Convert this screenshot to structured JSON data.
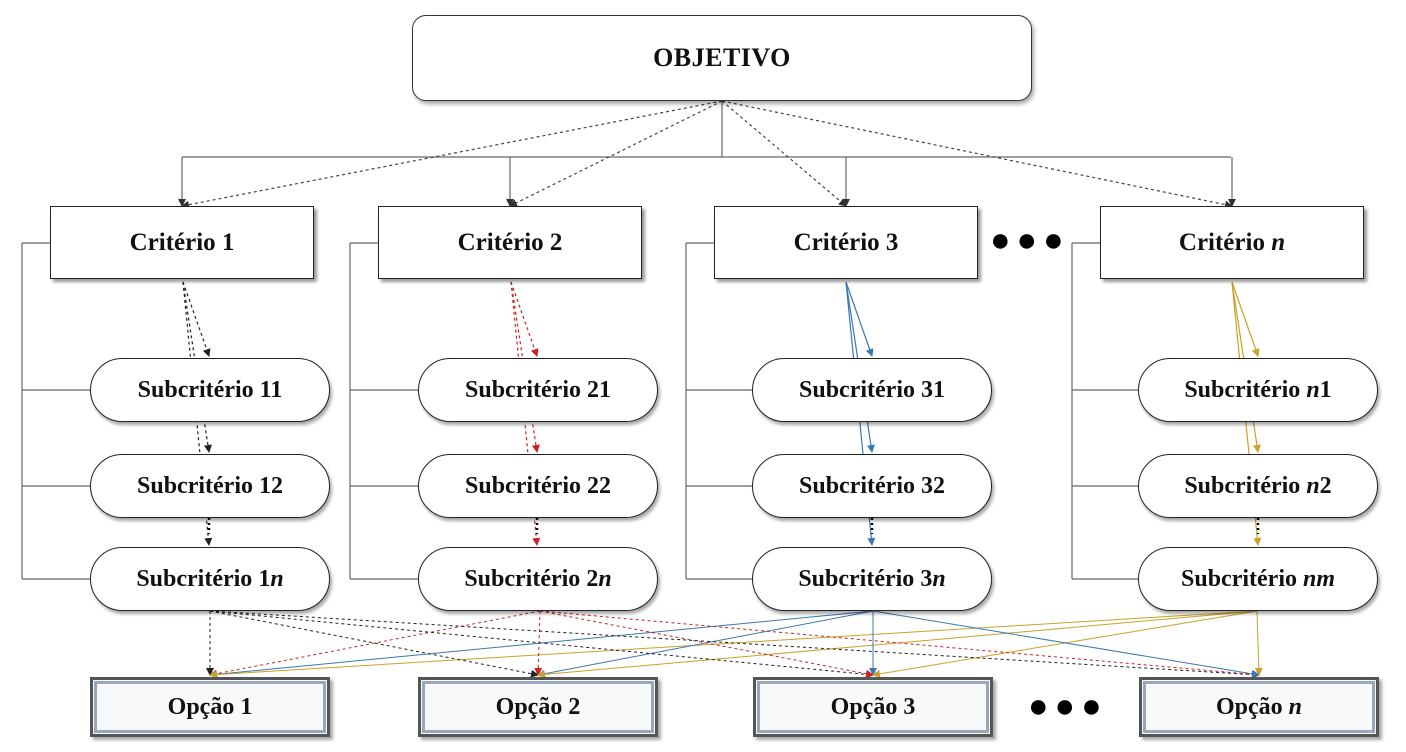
{
  "goal": {
    "label": "OBJETIVO"
  },
  "criteria": [
    {
      "prefix": "Critério ",
      "suffix": "1",
      "italic": false
    },
    {
      "prefix": "Critério ",
      "suffix": "2",
      "italic": false
    },
    {
      "prefix": "Critério ",
      "suffix": "3",
      "italic": false
    },
    {
      "prefix": "Critério ",
      "suffix": "n",
      "italic": true
    }
  ],
  "subcriteria": [
    [
      {
        "prefix": "Subcritério ",
        "parts": [
          {
            "t": "11",
            "i": false
          }
        ]
      },
      {
        "prefix": "Subcritério ",
        "parts": [
          {
            "t": "12",
            "i": false
          }
        ]
      },
      {
        "prefix": "Subcritério ",
        "parts": [
          {
            "t": "1",
            "i": false
          },
          {
            "t": "n",
            "i": true
          }
        ]
      }
    ],
    [
      {
        "prefix": "Subcritério ",
        "parts": [
          {
            "t": "21",
            "i": false
          }
        ]
      },
      {
        "prefix": "Subcritério ",
        "parts": [
          {
            "t": "22",
            "i": false
          }
        ]
      },
      {
        "prefix": "Subcritério ",
        "parts": [
          {
            "t": "2",
            "i": false
          },
          {
            "t": "n",
            "i": true
          }
        ]
      }
    ],
    [
      {
        "prefix": "Subcritério ",
        "parts": [
          {
            "t": "31",
            "i": false
          }
        ]
      },
      {
        "prefix": "Subcritério ",
        "parts": [
          {
            "t": "32",
            "i": false
          }
        ]
      },
      {
        "prefix": "Subcritério ",
        "parts": [
          {
            "t": "3",
            "i": false
          },
          {
            "t": "n",
            "i": true
          }
        ]
      }
    ],
    [
      {
        "prefix": "Subcritério ",
        "parts": [
          {
            "t": "n",
            "i": true
          },
          {
            "t": "1",
            "i": false
          }
        ]
      },
      {
        "prefix": "Subcritério ",
        "parts": [
          {
            "t": "n",
            "i": true
          },
          {
            "t": "2",
            "i": false
          }
        ]
      },
      {
        "prefix": "Subcritério ",
        "parts": [
          {
            "t": "nm",
            "i": true
          }
        ]
      }
    ]
  ],
  "options": [
    {
      "prefix": "Opção ",
      "suffix": "1",
      "italic": false
    },
    {
      "prefix": "Opção ",
      "suffix": "2",
      "italic": false
    },
    {
      "prefix": "Opção ",
      "suffix": "3",
      "italic": false
    },
    {
      "prefix": "Opção ",
      "suffix": "n",
      "italic": true
    }
  ],
  "colors": {
    "criterion_1_arrows": "#222222",
    "criterion_2_arrows": "#cc2222",
    "criterion_3_arrows": "#3a78b5",
    "criterion_n_arrows": "#c9a227",
    "tree_lines": "#666666"
  }
}
